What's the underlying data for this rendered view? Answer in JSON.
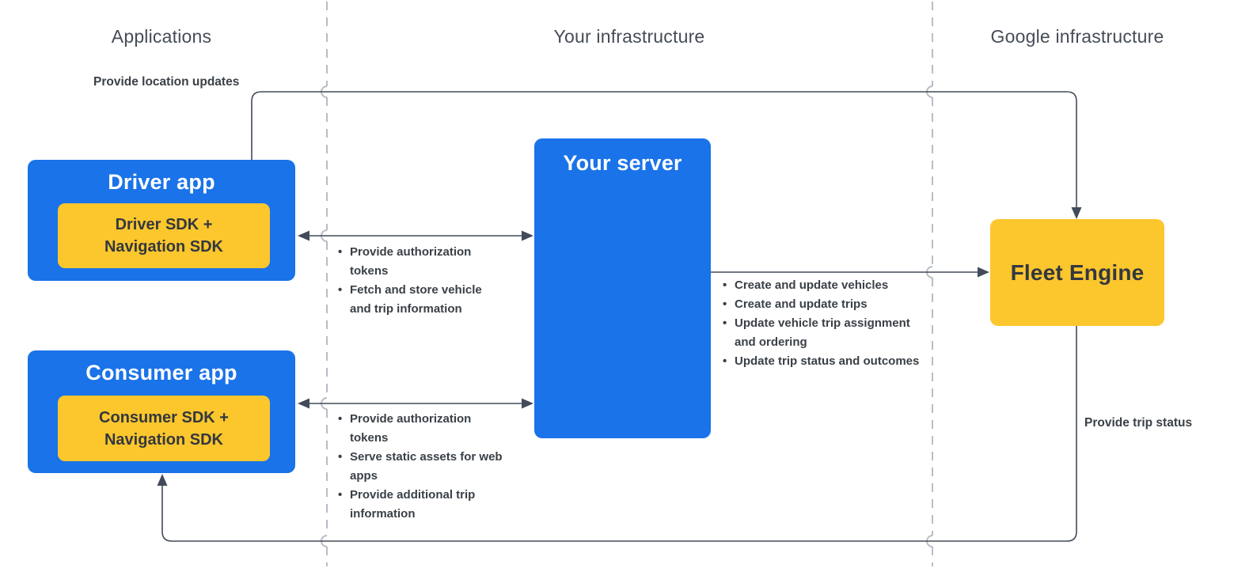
{
  "diagram": {
    "columns": [
      {
        "id": "applications",
        "label": "Applications"
      },
      {
        "id": "your-infrastructure",
        "label": "Your infrastructure"
      },
      {
        "id": "google-infrastructure",
        "label": "Google infrastructure"
      }
    ],
    "nodes": {
      "driver_app": {
        "title": "Driver app",
        "sdk_label": "Driver SDK +\nNavigation SDK"
      },
      "consumer_app": {
        "title": "Consumer app",
        "sdk_label": "Consumer SDK +\nNavigation SDK"
      },
      "your_server": {
        "title": "Your server"
      },
      "fleet_engine": {
        "title": "Fleet Engine"
      }
    },
    "edges": {
      "driver_to_fleet_label": "Provide location updates",
      "fleet_to_consumer_label": "Provide trip status",
      "driver_server_bullets": [
        "Provide authorization tokens",
        "Fetch and store vehicle and trip information"
      ],
      "consumer_server_bullets": [
        "Provide authorization tokens",
        "Serve static assets for web apps",
        "Provide additional trip information"
      ],
      "server_fleet_bullets": [
        "Create and update vehicles",
        "Create and update trips",
        "Update vehicle trip assignment and ordering",
        "Update trip status and outcomes"
      ]
    },
    "colors": {
      "node_blue": "#1a73e8",
      "node_yellow": "#fcc62d",
      "connector": "#424b59",
      "divider": "#b7bdc5",
      "sdk_text": "#33383f",
      "header_text": "#454c56",
      "bullet_text": "#3a4047"
    }
  }
}
